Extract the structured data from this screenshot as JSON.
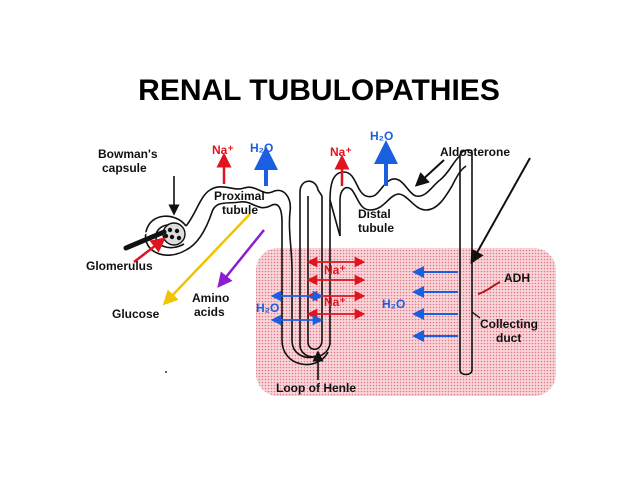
{
  "title": "RENAL TUBULOPATHIES",
  "labels": {
    "bowmans": [
      "Bowman's",
      "capsule"
    ],
    "glomerulus": "Glomerulus",
    "proximal": [
      "Proximal",
      "tubule"
    ],
    "distal": [
      "Distal",
      "tubule"
    ],
    "aldosterone": "Aldosterone",
    "glucose": "Glucose",
    "amino": [
      "Amino",
      "acids"
    ],
    "loop": "Loop of Henle",
    "adh": "ADH",
    "collecting": [
      "Collecting",
      "duct"
    ],
    "na_top1": "Na⁺",
    "h2o_top1": "H₂O",
    "na_top2": "Na⁺",
    "h2o_top2": "H₂O",
    "na_inner1": "Na⁺",
    "na_inner2": "Na⁺",
    "h2o_left": "H₂O",
    "h2o_right": "H₂O"
  },
  "colors": {
    "sodium": "#e0141e",
    "water": "#1a5fe0",
    "glucose": "#f2c400",
    "amino": "#8a1ed0",
    "medulla": "#f7c9cf",
    "medulla_dots": "#e88d98"
  }
}
